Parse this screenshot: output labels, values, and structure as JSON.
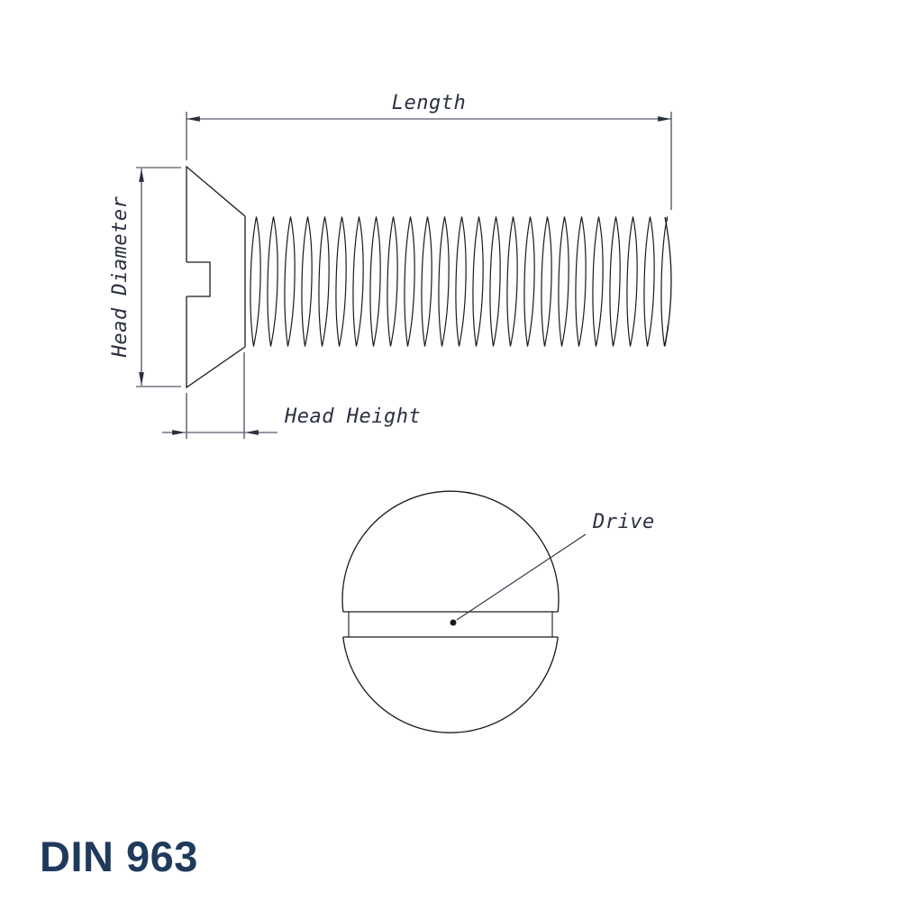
{
  "diagram": {
    "title": "DIN 963",
    "labels": {
      "length": "Length",
      "head_diameter": "Head Diameter",
      "head_height": "Head Height",
      "drive": "Drive"
    },
    "colors": {
      "drawing_line": "#1a1a1a",
      "dimension_line": "#2b3040",
      "label_text": "#2b3040",
      "title_text": "#1f3a5c"
    }
  }
}
